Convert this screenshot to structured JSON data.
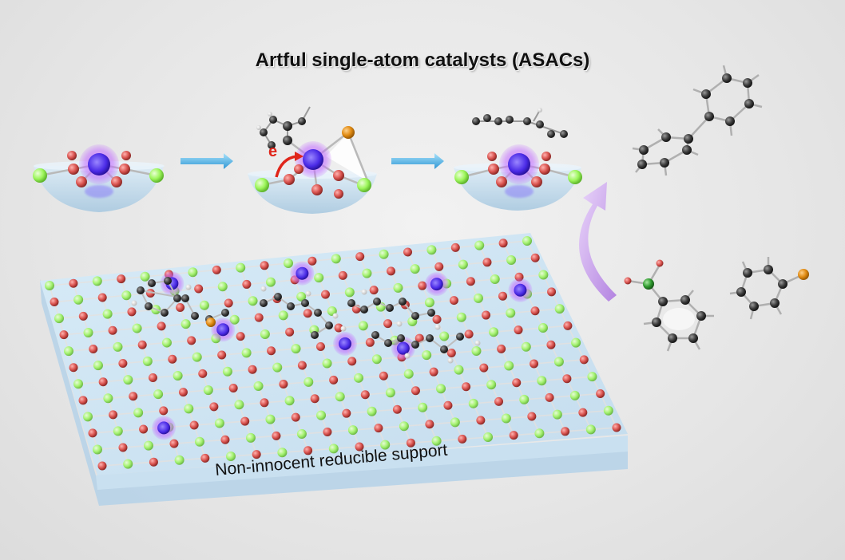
{
  "title": "Artful single-atom catalysts (ASACs)",
  "support_label": "Non-innocent reducible support",
  "electron_label": "e",
  "colors": {
    "oxygen": "#d9534f",
    "support_metal": "#9cf55a",
    "single_atom": "#5a33ff",
    "halo": "#c26bff",
    "carbon": "#3c3c3c",
    "hydrogen": "#f5f5f5",
    "halogen": "#e08a12",
    "boron": "#2f9a2f",
    "slab": "#cfe6f5",
    "arrow_blue": "#4fb3ea",
    "arrow_purple": "#c49ae8",
    "electron_red": "#e0261b"
  },
  "icons": [
    "right-arrow-icon",
    "curved-arrow-icon",
    "electron-arrow-icon"
  ]
}
